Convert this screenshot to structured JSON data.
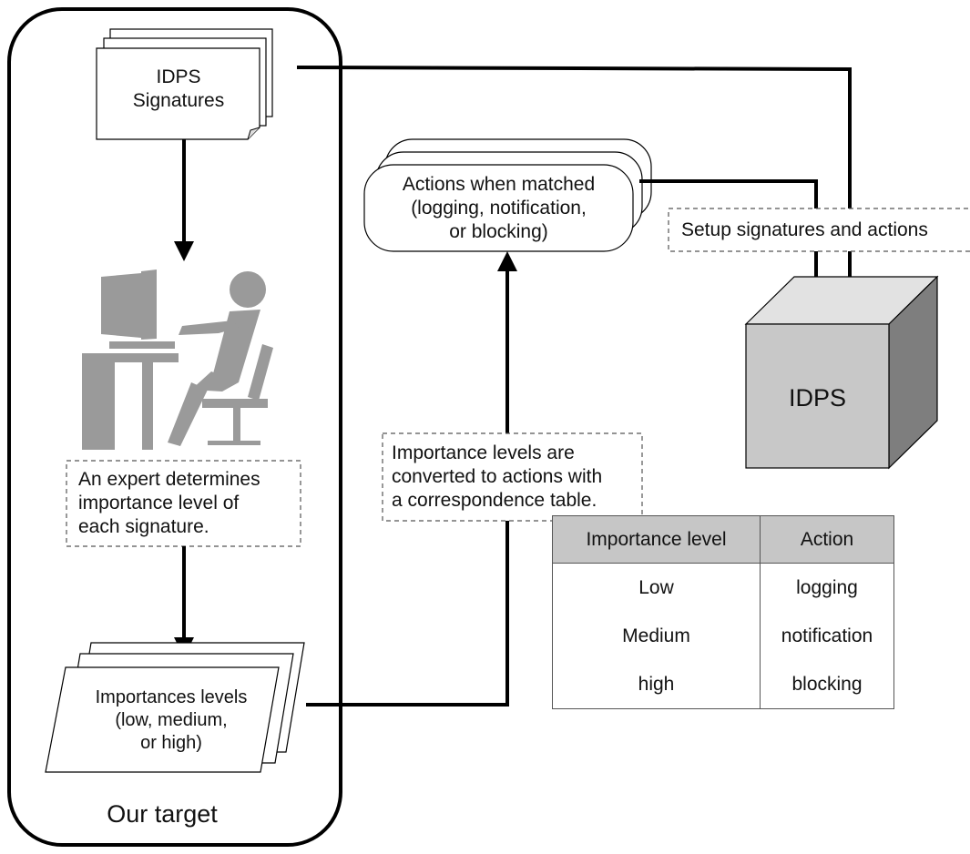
{
  "signatures": {
    "label_line1": "IDPS",
    "label_line2": "Signatures"
  },
  "expert": {
    "line1": "An expert determines",
    "line2": "importance level of",
    "line3": "each signature."
  },
  "importances": {
    "line1": "Importances levels",
    "line2": "(low, medium,",
    "line3": "or high)"
  },
  "target_label": "Our target",
  "actions": {
    "line1": "Actions when matched",
    "line2": "(logging, notification,",
    "line3": "or blocking)"
  },
  "conversion": {
    "line1": "Importance levels are",
    "line2": "converted to actions with",
    "line3": "a correspondence table."
  },
  "setup_label": "Setup signatures and actions",
  "idps_box_label": "IDPS",
  "table": {
    "headers": [
      "Importance level",
      "Action"
    ],
    "rows": [
      [
        "Low",
        "logging"
      ],
      [
        "Medium",
        "notification"
      ],
      [
        "high",
        "blocking"
      ]
    ]
  },
  "colors": {
    "figure_gray": "#9a9a9a",
    "box_gray": "#c8c8c8",
    "header_gray": "#c6c6c6"
  }
}
